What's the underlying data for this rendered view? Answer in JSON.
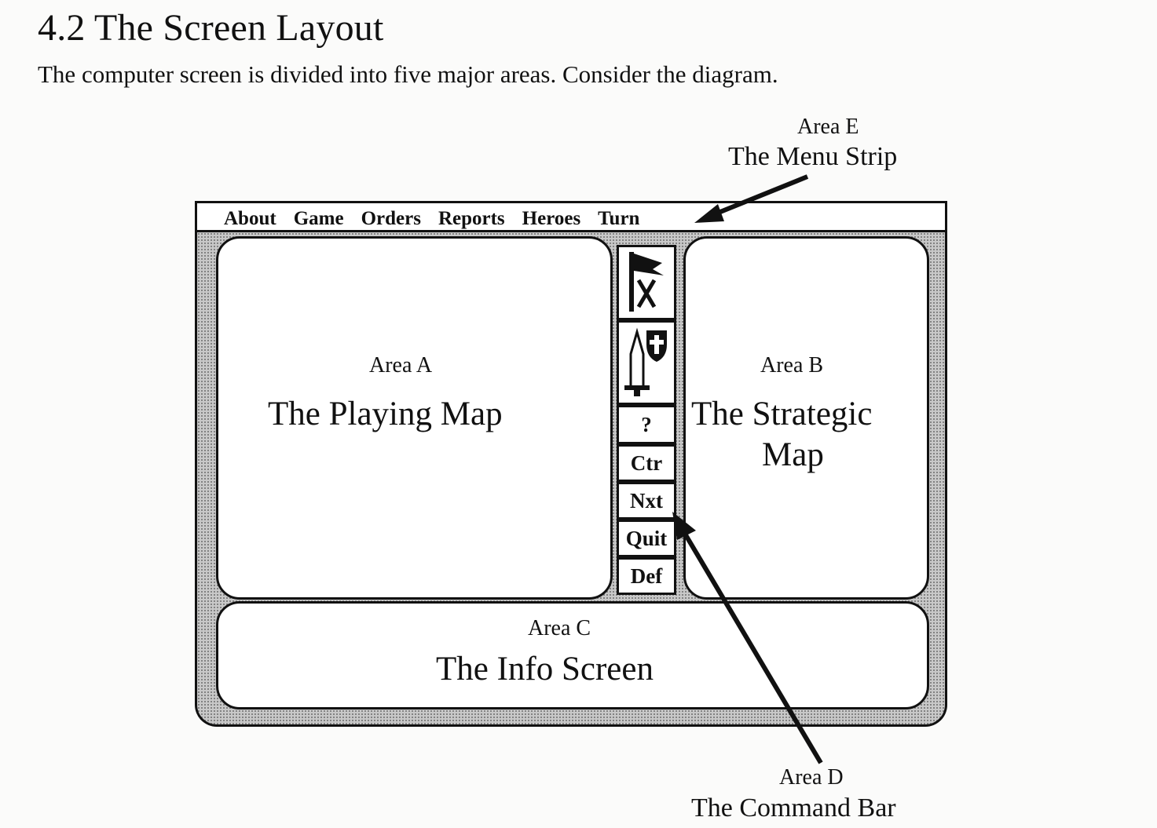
{
  "section": {
    "title": "4.2 The Screen Layout",
    "intro": "The computer screen is divided into five major areas. Consider the diagram."
  },
  "diagram": {
    "menu_strip": {
      "items": [
        "About",
        "Game",
        "Orders",
        "Reports",
        "Heroes",
        "Turn"
      ]
    },
    "area_a": {
      "tag": "Area A",
      "name": "The Playing Map"
    },
    "area_b": {
      "tag": "Area B",
      "name_line1": "The Strategic",
      "name_line2": "Map"
    },
    "area_c": {
      "tag": "Area C",
      "name": "The Info Screen"
    },
    "area_d": {
      "tag": "Area D",
      "name": "The Command Bar"
    },
    "area_e": {
      "tag": "Area E",
      "name": "The Menu Strip"
    },
    "command_bar": {
      "icons": [
        "flag-x-icon",
        "sword-shield-icon"
      ],
      "buttons": [
        "?",
        "Ctr",
        "Nxt",
        "Quit",
        "Def"
      ]
    }
  },
  "colors": {
    "ink": "#111111",
    "panel": "#ffffff",
    "frame_fill": "#c8c8c8",
    "paper": "#fbfbfa"
  }
}
